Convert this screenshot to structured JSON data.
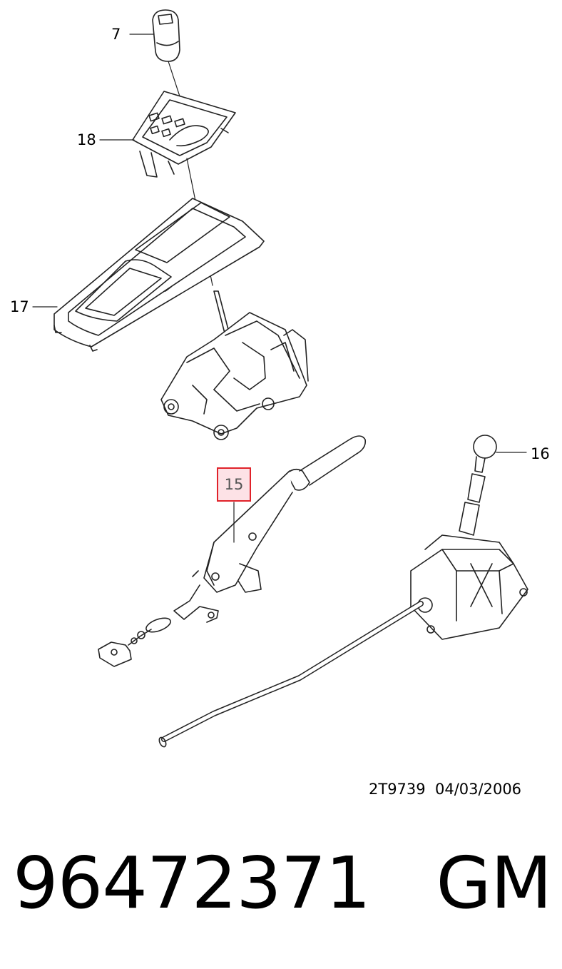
{
  "callouts": {
    "c7": "7",
    "c18": "18",
    "c17": "17",
    "c16": "16",
    "c15": "15"
  },
  "highlight_color": "#e0222a",
  "highlight_fill": "#fde2e6",
  "drawing_code": "2T9739",
  "drawing_date": "04/03/2006",
  "part_number": "96472371",
  "brand": "GM"
}
